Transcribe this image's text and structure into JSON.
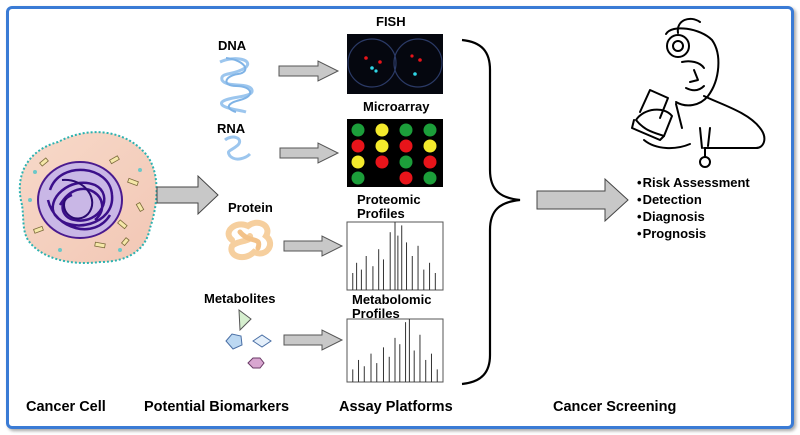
{
  "columns": {
    "cancer_cell": "Cancer Cell",
    "biomarkers": "Potential Biomarkers",
    "assays": "Assay Platforms",
    "screening": "Cancer Screening"
  },
  "biomarkers": {
    "dna": "DNA",
    "rna": "RNA",
    "protein": "Protein",
    "metabolites": "Metabolites"
  },
  "assays": {
    "fish": "FISH",
    "microarray": "Microarray",
    "proteomic": "Proteomic Profiles",
    "metabolomic": "Metabolomic Profiles"
  },
  "outcomes": [
    "Risk Assessment",
    "Detection",
    "Diagnosis",
    "Prognosis"
  ],
  "colors": {
    "frame": "#3a7bd5",
    "dna": "#9cc6ee",
    "protein": "#f6cf9e",
    "arrow_fill": "#c8c8c8",
    "micro_red": "#e8141a",
    "micro_green": "#1c9e3a",
    "micro_yellow": "#f4ea2c"
  },
  "microarray_grid": [
    [
      "green",
      "yellow",
      "green",
      "green"
    ],
    [
      "red",
      "yellow",
      "red",
      "yellow"
    ],
    [
      "yellow",
      "red",
      "green",
      "red"
    ],
    [
      "green",
      "",
      "red",
      "green"
    ]
  ]
}
